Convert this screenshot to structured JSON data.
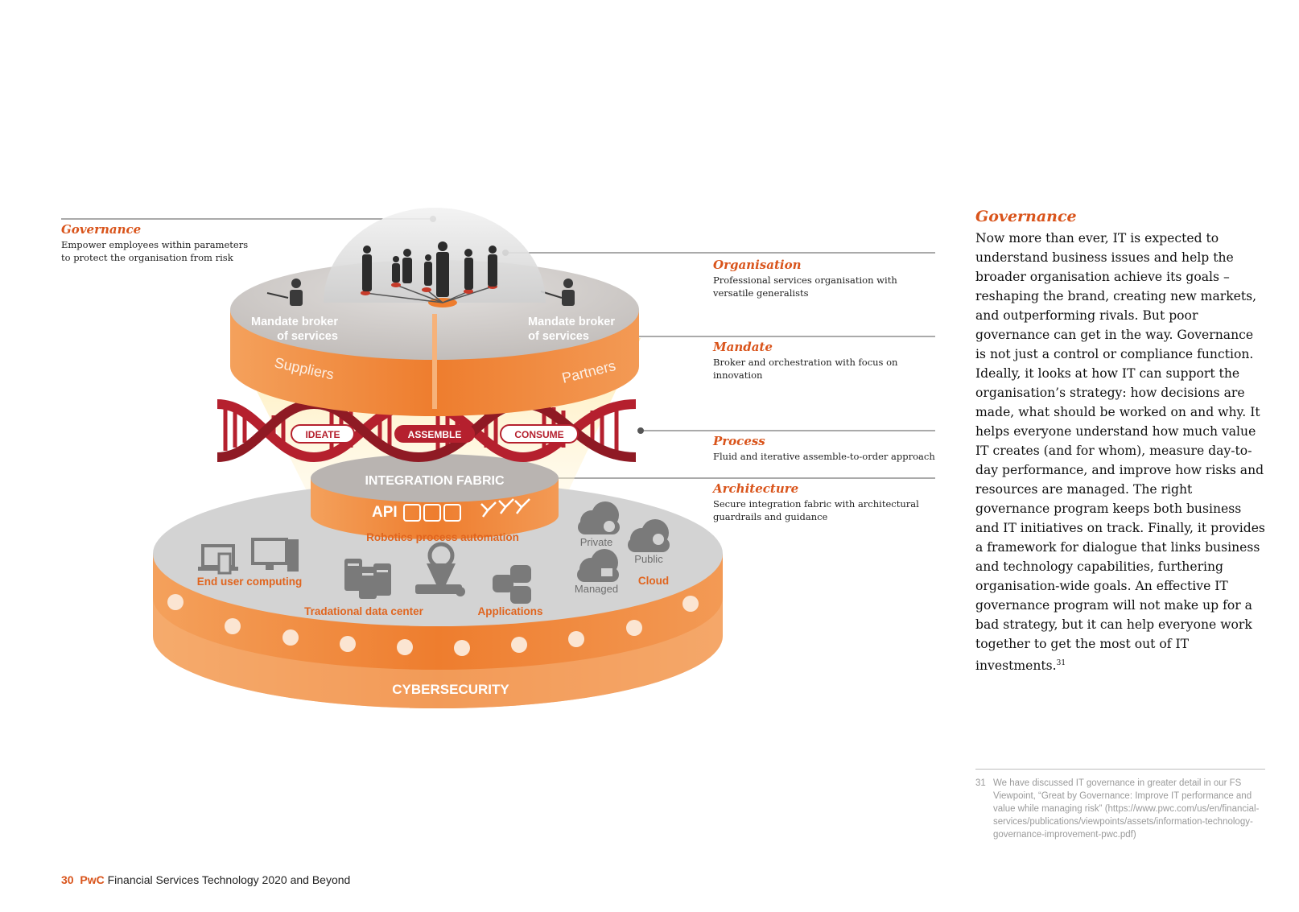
{
  "callouts": {
    "governance": {
      "title": "Governance",
      "desc1": "Empower employees within parameters",
      "desc2": "to protect the organisation from risk"
    },
    "organisation": {
      "title": "Organisation",
      "desc1": "Professional services organisation with",
      "desc2": "versatile generalists"
    },
    "mandate": {
      "title": "Mandate",
      "desc1": "Broker and orchestration with focus on",
      "desc2": "innovation"
    },
    "process": {
      "title": "Process",
      "desc1": "Fluid and iterative assemble-to-order approach"
    },
    "architecture": {
      "title": "Architecture",
      "desc1": "Secure integration fabric with architectural",
      "desc2": "guardrails and guidance"
    }
  },
  "diagram": {
    "mandate_left_1": "Mandate broker",
    "mandate_left_2": "of services",
    "mandate_right_1": "Mandate broker",
    "mandate_right_2": "of services",
    "suppliers": "Suppliers",
    "partners": "Partners",
    "ideate": "IDEATE",
    "assemble": "ASSEMBLE",
    "consume": "CONSUME",
    "integration_fabric": "INTEGRATION FABRIC",
    "api": "API",
    "rpa": "Robotics process automation",
    "end_user": "End user computing",
    "traditional_dc": "Tradational data center",
    "applications": "Applications",
    "private": "Private",
    "public": "Public",
    "managed": "Managed",
    "cloud": "Cloud",
    "cybersecurity": "CYBERSECURITY"
  },
  "side": {
    "title": "Governance",
    "body": "Now more than ever, IT is expected to understand business issues and help the broader organisation achieve its goals – reshaping the brand, creating new markets, and outperforming rivals. But poor governance can get in the way. Governance is not just a control or compliance function. Ideally, it looks at how IT can support the organisation’s strategy: how decisions are made, what should be worked on and why. It helps everyone understand how much value IT creates (and for whom), measure day-to-day performance, and improve how risks and resources are managed. The right governance program keeps both business and IT initiatives on track. Finally, it provides a framework for dialogue that links business and technology capabilities, furthering organisation-wide goals. An effective IT governance program will not make up for a bad strategy, but it can help everyone work together to get the most out of IT investments.",
    "superscript": "31"
  },
  "footnote": {
    "number": "31",
    "text": "We have discussed IT governance in greater detail in our FS Viewpoint, “Great by Governance: Improve IT performance and value while managing risk” (https://www.pwc.com/us/en/financial-services/publications/viewpoints/assets/information-technology-governance-improvement-pwc.pdf)"
  },
  "footer": {
    "page": "30",
    "brand": "PwC",
    "title": "Financial Services Technology 2020 and Beyond"
  },
  "colors": {
    "accent": "#d9541b",
    "orange": "#ee7d2e",
    "dna_red": "#b5202e",
    "grey": "#8f8f8f"
  }
}
